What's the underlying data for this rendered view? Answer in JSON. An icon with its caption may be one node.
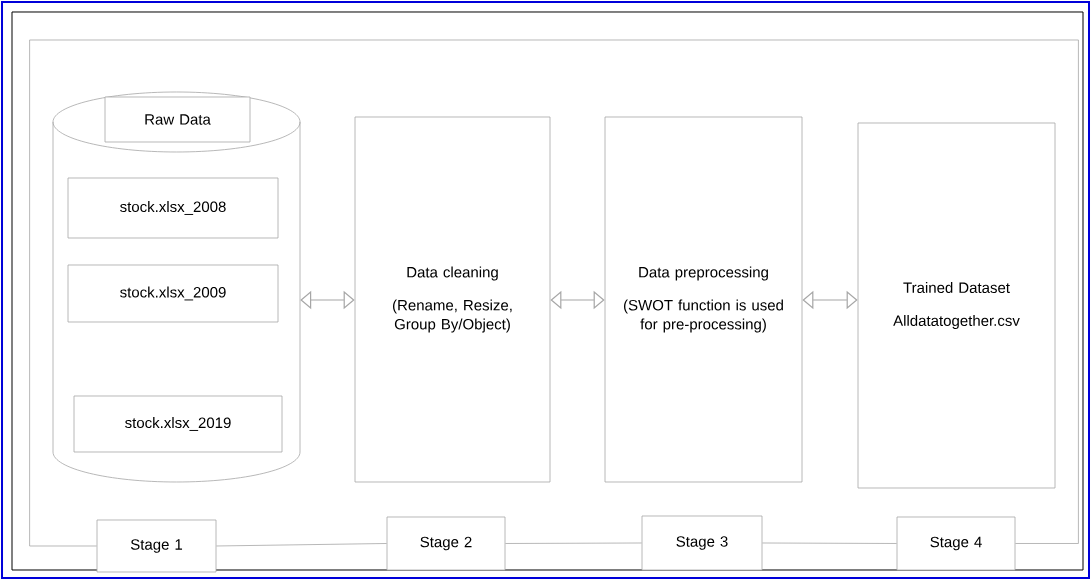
{
  "diagram": {
    "nodes": [
      {
        "text": [],
        "shape": "cylinder"
      },
      {
        "text": [
          "Raw Data"
        ],
        "in": 0
      },
      {
        "text": [
          "stock.xlsx_2008"
        ],
        "in": 0
      },
      {
        "text": [
          "stock.xlsx_2009"
        ],
        "in": 0
      },
      {
        "text": [
          "stock.xlsx_2019"
        ],
        "in": 0
      },
      {
        "text": [
          "Data cleaning",
          "(Rename, Resize, Group By/Object)"
        ]
      },
      {
        "text": [
          "Data preprocessing",
          "(SWOT function is used for pre-processing)"
        ]
      },
      {
        "text": [
          "Trained Dataset",
          "Alldatatogether.csv"
        ]
      },
      {
        "text": [
          "Stage 1"
        ]
      },
      {
        "text": [
          "Stage 2"
        ]
      },
      {
        "text": [
          "Stage 3"
        ]
      },
      {
        "text": [
          "Stage 4"
        ]
      }
    ],
    "edges": [
      {
        "from": 0,
        "to": 5,
        "arrow": "both"
      },
      {
        "from": 5,
        "to": 6,
        "arrow": "both"
      },
      {
        "from": 6,
        "to": 7,
        "arrow": "both"
      },
      {
        "from": 8,
        "to": 9,
        "arrow": "none"
      },
      {
        "from": 9,
        "to": 10,
        "arrow": "none"
      },
      {
        "from": 10,
        "to": 11,
        "arrow": "none"
      },
      {
        "from": 8,
        "to": 11,
        "arrow": "none"
      }
    ]
  }
}
